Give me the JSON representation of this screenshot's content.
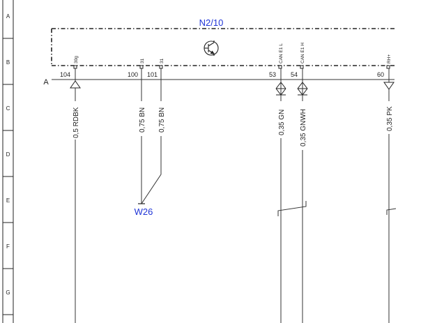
{
  "row_labels": [
    "A",
    "B",
    "C",
    "D",
    "E",
    "F",
    "G"
  ],
  "connector_row": "A",
  "component": {
    "name": "N2/10",
    "symbol": "transistor-icon"
  },
  "ground": {
    "name": "W26"
  },
  "pins": [
    {
      "id": "104",
      "function": "30g"
    },
    {
      "id": "100",
      "function": "31"
    },
    {
      "id": "101",
      "function": "31"
    },
    {
      "id": "53",
      "function": "CAN E1 L"
    },
    {
      "id": "54",
      "function": "CAN E1 H"
    },
    {
      "id": "60",
      "function": "RH+"
    }
  ],
  "wires": [
    {
      "pin": "104",
      "label": "0,5 RDBK"
    },
    {
      "pin": "100",
      "label": "0,75 BN"
    },
    {
      "pin": "101",
      "label": "0,75 BN"
    },
    {
      "pin": "53",
      "label": "0,35 GN"
    },
    {
      "pin": "54",
      "label": "0,35 GNWH"
    },
    {
      "pin": "60",
      "label": "0,35 PK"
    }
  ],
  "colors": {
    "line": "#333333",
    "accent_text": "#1f34d6",
    "border": "#222222"
  }
}
